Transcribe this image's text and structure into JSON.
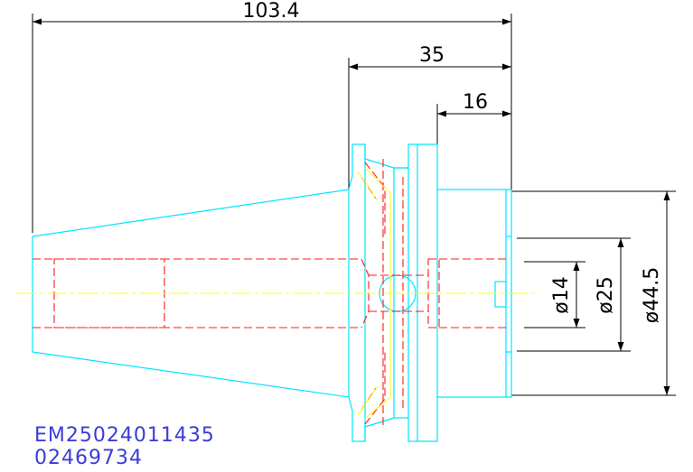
{
  "colors": {
    "outline": "#00e5ff",
    "hidden": "#ff1a1a",
    "center": "#ffff00",
    "dimension": "#000000",
    "code_text": "#3c3cd8"
  },
  "dimensions": {
    "overall_length": "103.4",
    "flange_length": "35",
    "shank_length": "16",
    "bore_diameter": "ø14",
    "hub_diameter": "ø25",
    "body_diameter": "ø44.5"
  },
  "codes": {
    "part_number": "EM25024011435",
    "serial": "02469734"
  }
}
